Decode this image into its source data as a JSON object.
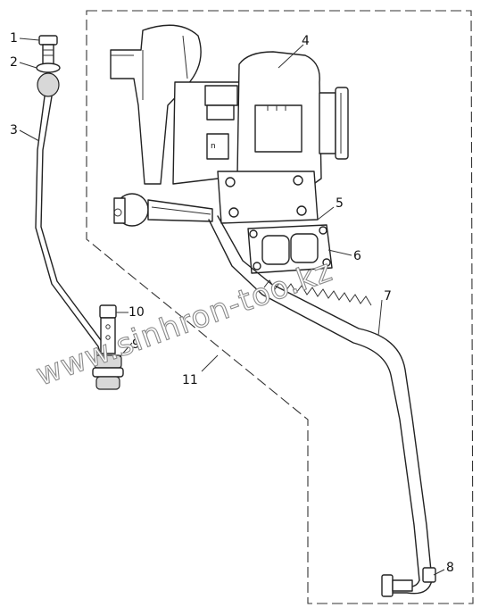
{
  "callouts": [
    "1",
    "2",
    "3",
    "4",
    "5",
    "6",
    "7",
    "8",
    "9",
    "10",
    "11"
  ],
  "watermark": "www.sinhron-too.kz",
  "turbo_plate_text": "n",
  "colors": {
    "line": "#222222",
    "watermark_stroke": "#8a8a8a",
    "background": "#ffffff"
  }
}
